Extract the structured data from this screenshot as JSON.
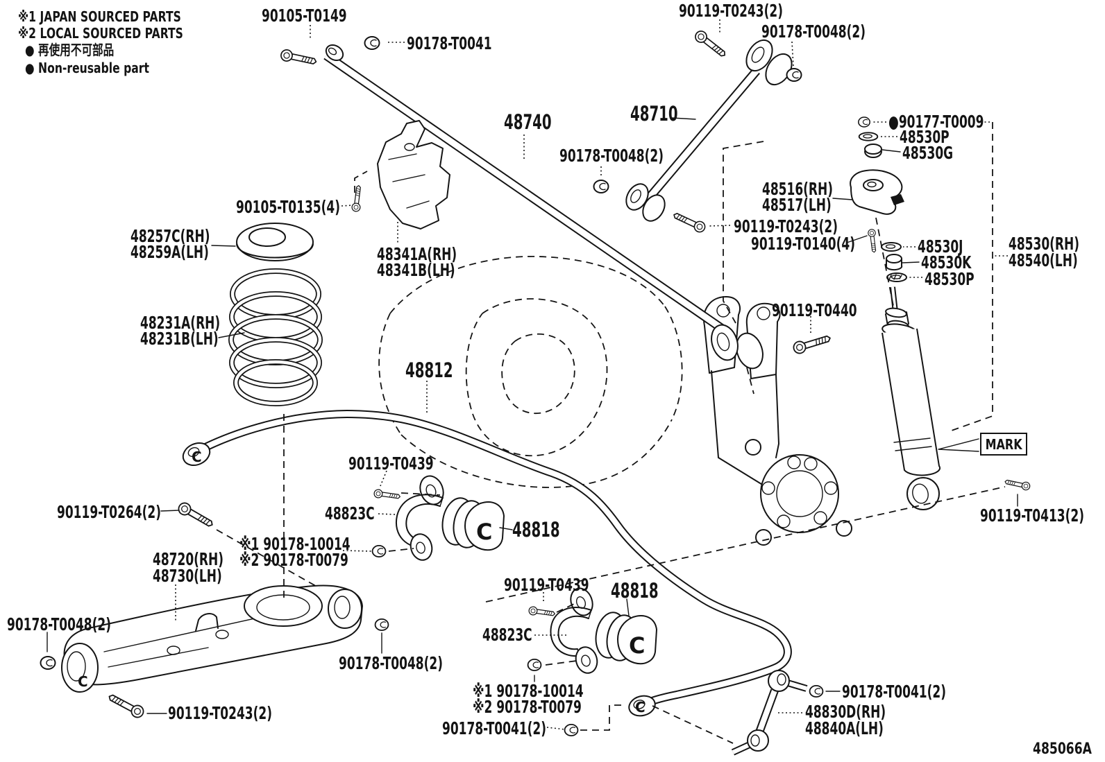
{
  "ink": "#141414",
  "figure_code": "485066A",
  "mark_tag": "MARK",
  "stamps": {
    "c": "C"
  },
  "legend": {
    "line1": "※1 JAPAN SOURCED PARTS",
    "line2": "※2 LOCAL SOURCED PARTS",
    "line3": "● 再使用不可部品",
    "line4": "● Non-reusable part"
  },
  "labels": {
    "t0149": "90105-T0149",
    "t0041_top": "90178-T0041",
    "t0243_top": "90119-T0243(2)",
    "t0048_top": "90178-T0048(2)",
    "l48710": "48710",
    "l48740": "48740",
    "t0048_mid": "90178-T0048(2)",
    "t0009": "●90177-T0009",
    "l48530p1": "48530P",
    "l48530g": "48530G",
    "l48516": "48516(RH)",
    "l48517": "48517(LH)",
    "t0243_right": "90119-T0243(2)",
    "t0140": "90119-T0140(4)",
    "l48530j": "48530J",
    "l48530k": "48530K",
    "l48530p2": "48530P",
    "l48530rh": "48530(RH)",
    "l48540lh": "48540(LH)",
    "t0135": "90105-T0135(4)",
    "l48257c": "48257C(RH)",
    "l48259a": "48259A(LH)",
    "l48341a": "48341A(RH)",
    "l48341b": "48341B(LH)",
    "l48231a": "48231A(RH)",
    "l48231b": "48231B(LH)",
    "t0440": "90119-T0440",
    "l48812": "48812",
    "t0439_up": "90119-T0439",
    "l48823c_up": "48823C",
    "l48818_up": "48818",
    "t0264": "90119-T0264(2)",
    "x1_up": "※1 90178-10014",
    "x2_up": "※2 90178-T0079",
    "l48720": "48720(RH)",
    "l48730": "48730(LH)",
    "t0048_arm": "90178-T0048(2)",
    "t0439_low": "90119-T0439",
    "l48818_low": "48818",
    "l48823c_low": "48823C",
    "t0048_low": "90178-T0048(2)",
    "t0243_arm": "90119-T0243(2)",
    "x1_low": "※1 90178-10014",
    "x2_low": "※2 90178-T0079",
    "t0041_low": "90178-T0041(2)",
    "t0041_link": "90178-T0041(2)",
    "l48830d": "48830D(RH)",
    "l48840a": "48840A(LH)",
    "t0413": "90119-T0413(2)"
  }
}
